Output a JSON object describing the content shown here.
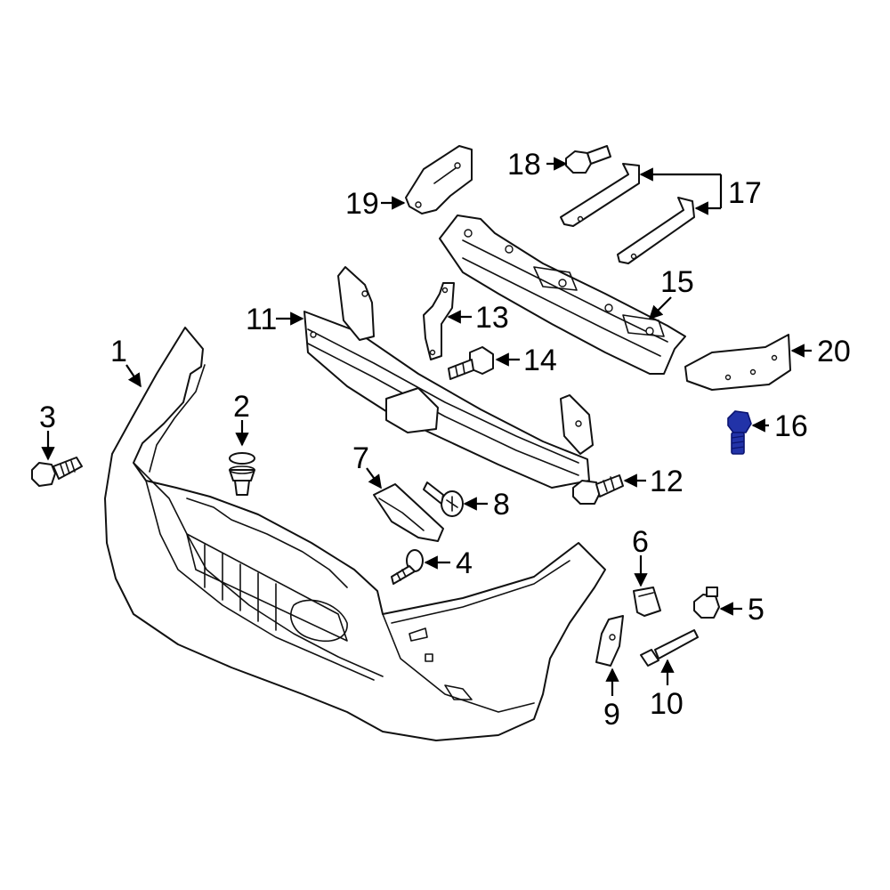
{
  "diagram": {
    "callouts": [
      {
        "id": "c1",
        "label": "1"
      },
      {
        "id": "c2",
        "label": "2"
      },
      {
        "id": "c3",
        "label": "3"
      },
      {
        "id": "c4",
        "label": "4"
      },
      {
        "id": "c5",
        "label": "5"
      },
      {
        "id": "c6",
        "label": "6"
      },
      {
        "id": "c7",
        "label": "7"
      },
      {
        "id": "c8",
        "label": "8"
      },
      {
        "id": "c9",
        "label": "9"
      },
      {
        "id": "c10",
        "label": "10"
      },
      {
        "id": "c11",
        "label": "11"
      },
      {
        "id": "c12",
        "label": "12"
      },
      {
        "id": "c13",
        "label": "13"
      },
      {
        "id": "c14",
        "label": "14"
      },
      {
        "id": "c15",
        "label": "15"
      },
      {
        "id": "c16",
        "label": "16"
      },
      {
        "id": "c17",
        "label": "17"
      },
      {
        "id": "c18",
        "label": "18"
      },
      {
        "id": "c19",
        "label": "19"
      },
      {
        "id": "c20",
        "label": "20"
      }
    ],
    "highlight_color": "#2233a8",
    "highlighted_part": "16"
  }
}
